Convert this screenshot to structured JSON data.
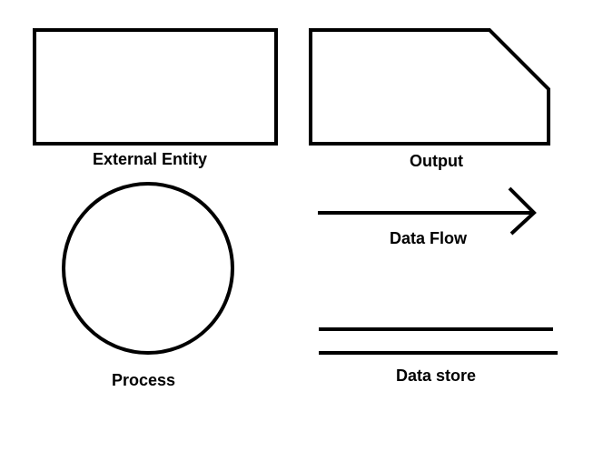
{
  "diagram": {
    "stroke_color": "#000000",
    "background_color": "#ffffff",
    "symbols": [
      {
        "id": "external-entity",
        "shape": "rectangle",
        "label": "External Entity"
      },
      {
        "id": "output",
        "shape": "rectangle-clipped-corner",
        "label": "Output"
      },
      {
        "id": "process",
        "shape": "circle",
        "label": "Process"
      },
      {
        "id": "data-flow",
        "shape": "arrow",
        "label": "Data Flow"
      },
      {
        "id": "data-store",
        "shape": "double-line",
        "label": "Data store"
      }
    ]
  }
}
